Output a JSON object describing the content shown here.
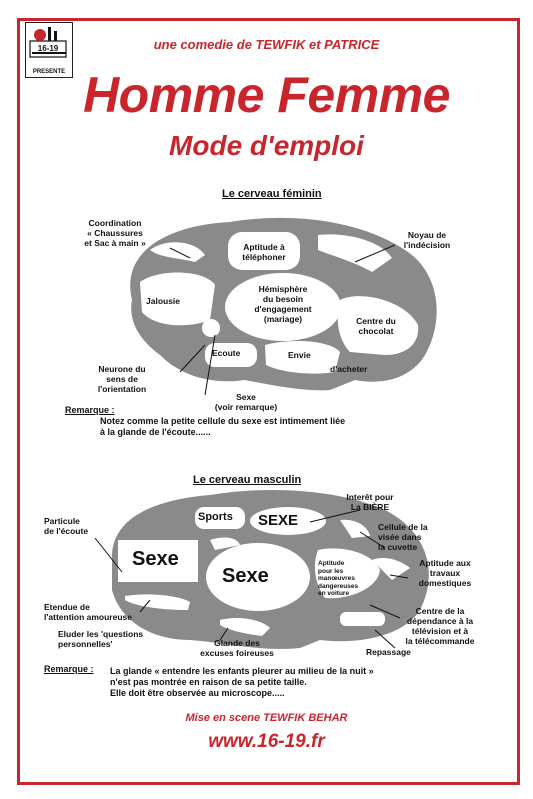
{
  "logo": {
    "caption": "PRESENTE"
  },
  "header": {
    "tagline": "une comedie de TEWFIK et PATRICE",
    "title": "Homme Femme",
    "subtitle": "Mode d'emploi"
  },
  "female": {
    "heading": "Le cerveau féminin",
    "labels": {
      "coordination_1": "Coordination",
      "coordination_2": "« Chaussures",
      "coordination_3": "et Sac à main »",
      "noyau_1": "Noyau de",
      "noyau_2": "l'indécision",
      "aptitude_1": "Aptitude à",
      "aptitude_2": "téléphoner",
      "jalousie": "Jalousie",
      "hemisphere_1": "Hémisphère",
      "hemisphere_2": "du besoin",
      "hemisphere_3": "d'engagement",
      "hemisphere_4": "(mariage)",
      "centre_1": "Centre du",
      "centre_2": "chocolat",
      "neurone_1": "Neurone du",
      "neurone_2": "sens de",
      "neurone_3": "l'orientation",
      "ecoute": "Ecoute",
      "envie_1": "Envie",
      "envie_2": "d'acheter",
      "sexe_1": "Sexe",
      "sexe_2": "(voir remarque)"
    },
    "remark_heading": "Remarque :",
    "remark_1": "Notez comme la petite cellule du sexe est intimement liée",
    "remark_2": "à la glande de l'écoute......"
  },
  "male": {
    "heading": "Le cerveau masculin",
    "labels": {
      "interet_1": "Interêt pour",
      "interet_2": "La BIÈRE",
      "particule_1": "Particule",
      "particule_2": "de l'écoute",
      "sports": "Sports",
      "sexe_top": "SEXE",
      "cellule_1": "Cellule de la",
      "cellule_2": "visée dans",
      "cellule_3": "la cuvette",
      "sexe_left": "Sexe",
      "sexe_center": "Sexe",
      "aptitude_small_1": "Aptitude",
      "aptitude_small_2": "pour les",
      "aptitude_small_3": "manœuvres",
      "aptitude_small_4": "dangereuses",
      "aptitude_small_5": "en voiture",
      "travaux_1": "Aptitude aux",
      "travaux_2": "travaux",
      "travaux_3": "domestiques",
      "etendue_1": "Etendue de",
      "etendue_2": "l'attention amoureuse",
      "dependance_1": "Centre de la",
      "dependance_2": "dépendance à la",
      "dependance_3": "télévision et à",
      "dependance_4": "la télécommande",
      "eluder_1": "Eluder les 'questions",
      "eluder_2": "personnelles'",
      "glande_1": "Glande des",
      "glande_2": "excuses foireuses",
      "repassage": "Repassage"
    },
    "remark_heading": "Remarque :",
    "remark_1": "La glande « entendre les enfants pleurer au milieu de la nuit »",
    "remark_2": "n'est pas montrée en raison de sa petite taille.",
    "remark_3": "Elle doit être observée au microscope....."
  },
  "footer": {
    "credit": "Mise en scene TEWFIK BEHAR",
    "url": "www.16-19.fr"
  },
  "colors": {
    "accent": "#c8262c",
    "brain": "#8a8a8a",
    "ink": "#111111"
  }
}
